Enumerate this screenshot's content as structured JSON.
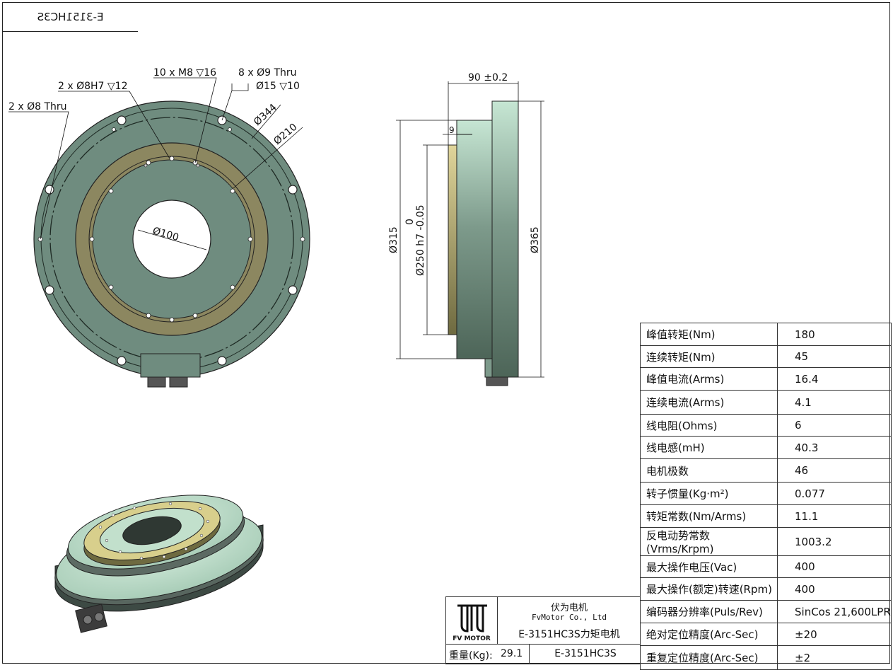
{
  "mirrored_label": "E-3151HC3S",
  "dimensions": {
    "holes_8thru": "2 x Ø8 Thru",
    "holes_8h7": "2 x Ø8H7 ▽12",
    "holes_m8": "10 x M8 ▽16",
    "holes_9thru": "8 x Ø9 Thru",
    "counterbore": "Ø15 ▽10",
    "d344": "Ø344",
    "d210": "Ø210",
    "d100": "Ø100",
    "width": "90 ±0.2",
    "flange": "9",
    "d315": "Ø315",
    "tol_upper": "0",
    "d250": "Ø250 h7 -0.05",
    "d365": "Ø365"
  },
  "specs": [
    {
      "key": "峰值转矩(Nm)",
      "value": "180"
    },
    {
      "key": "连续转矩(Nm)",
      "value": "45"
    },
    {
      "key": "峰值电流(Arms)",
      "value": "16.4"
    },
    {
      "key": "连续电流(Arms)",
      "value": "4.1"
    },
    {
      "key": "线电阻(Ohms)",
      "value": "6"
    },
    {
      "key": "线电感(mH)",
      "value": "40.3"
    },
    {
      "key": "电机极数",
      "value": "46"
    },
    {
      "key": "转子惯量(Kg·m²)",
      "value": "0.077"
    },
    {
      "key": "转矩常数(Nm/Arms)",
      "value": "11.1"
    },
    {
      "key": "反电动势常数(Vrms/Krpm)",
      "value": "1003.2"
    },
    {
      "key": "最大操作电压(Vac)",
      "value": "400"
    },
    {
      "key": "最大操作(额定)转速(Rpm)",
      "value": "400"
    },
    {
      "key": "编码器分辨率(Puls/Rev)",
      "value": "SinCos 21,600LPR"
    },
    {
      "key": "绝对定位精度(Arc-Sec)",
      "value": "±20"
    },
    {
      "key": "重复定位精度(Arc-Sec)",
      "value": "±2"
    }
  ],
  "title_block": {
    "logo_text": "FV MOTOR",
    "company_cn": "伏为电机",
    "company_en": "FvMotor Co., Ltd",
    "product_name": "E-3151HC3S力矩电机",
    "weight_label": "重量(Kg):",
    "weight_value": "29.1",
    "model": "E-3151HC3S"
  },
  "colors": {
    "housing": "#6f8c7f",
    "rotor_ring": "#8c8760",
    "side_light": "#bfe0cc",
    "gold": "#d8cf8c"
  }
}
